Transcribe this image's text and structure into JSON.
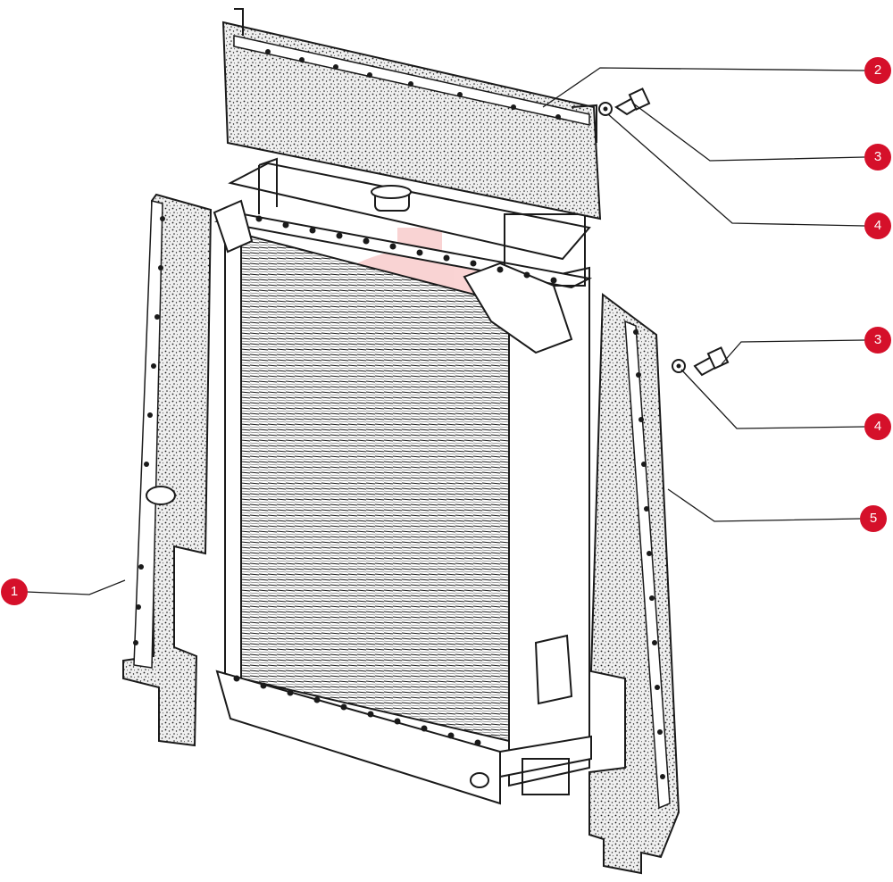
{
  "callouts": [
    {
      "id": "c1",
      "label": "1"
    },
    {
      "id": "c2",
      "label": "2"
    },
    {
      "id": "c3a",
      "label": "3"
    },
    {
      "id": "c4a",
      "label": "4"
    },
    {
      "id": "c3b",
      "label": "3"
    },
    {
      "id": "c4b",
      "label": "4"
    },
    {
      "id": "c5",
      "label": "5"
    }
  ],
  "colors": {
    "callout": "#d5102a",
    "line": "#1a1a1a",
    "seal_fill": "#e9e9e9",
    "watermark": "#e83a3a"
  },
  "icons": {
    "watermark": "gear-logo-watermark"
  }
}
